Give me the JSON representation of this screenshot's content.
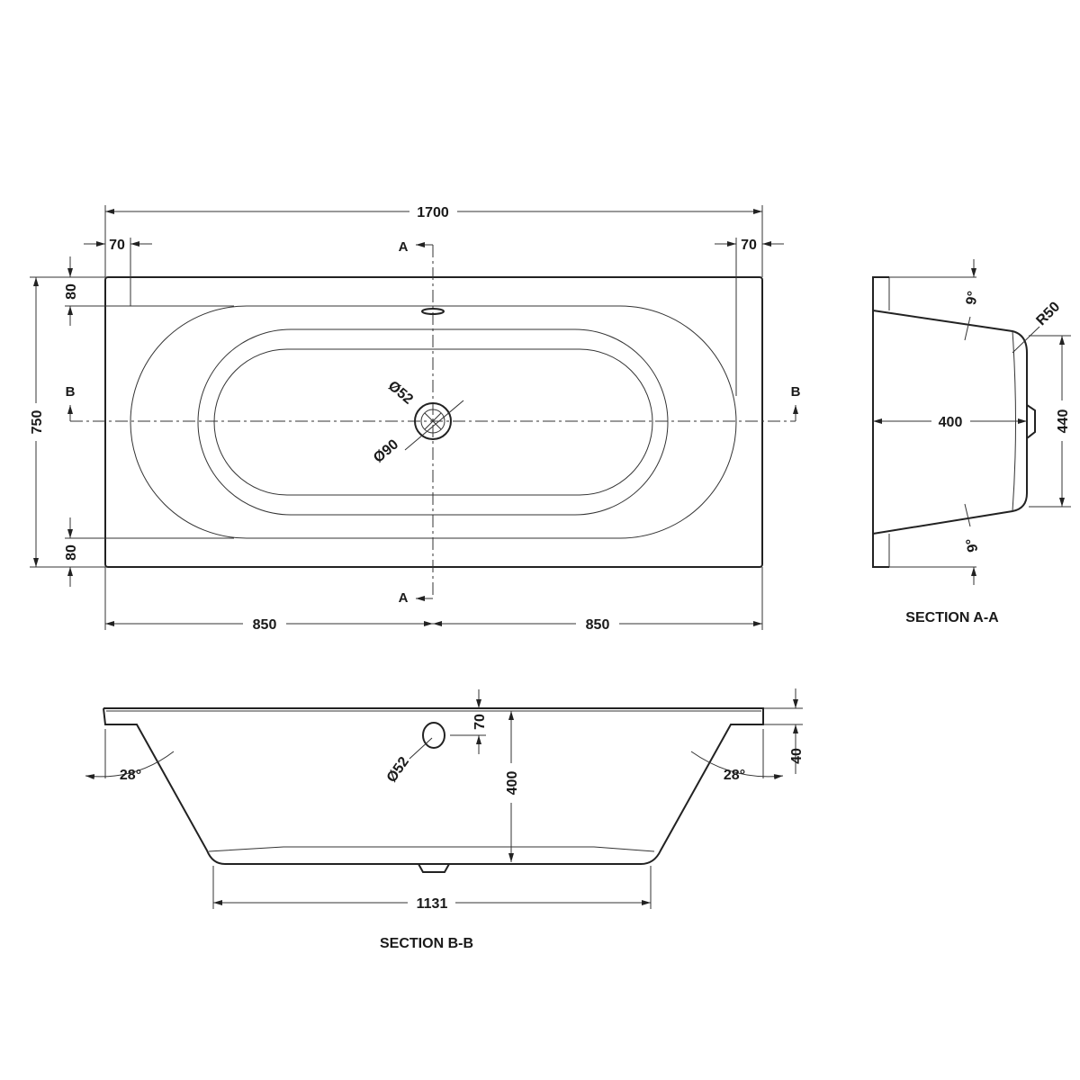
{
  "plan": {
    "overall_length": "1700",
    "rim_left": "70",
    "rim_right": "70",
    "overall_width": "750",
    "rim_top": "80",
    "rim_bottom": "80",
    "half_left": "850",
    "half_right": "850",
    "section_a": "A",
    "section_b": "B",
    "waste_small": "Ø52",
    "waste_large": "Ø90"
  },
  "section_aa": {
    "title": "SECTION A-A",
    "angle_top": "9°",
    "angle_bottom": "9°",
    "radius": "R50",
    "depth": "400",
    "floor_width": "440"
  },
  "section_bb": {
    "title": "SECTION B-B",
    "angle_left": "28°",
    "angle_right": "28°",
    "overflow_diameter": "Ø52",
    "overflow_offset": "70",
    "depth": "400",
    "rim_height": "40",
    "floor_length": "1131"
  }
}
